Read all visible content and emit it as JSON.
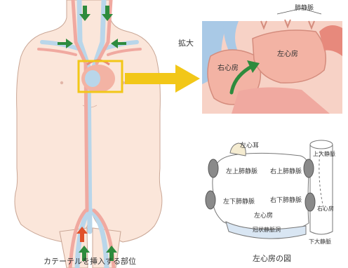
{
  "captions": {
    "body": "カテーテルを挿入する部位",
    "left_atrium": "左心房の図"
  },
  "zoom_label": "拡大",
  "zoom_panel": {
    "pulmonary_vein": "肺静脈",
    "right_atrium": "右心房",
    "left_atrium": "左心房"
  },
  "la_diagram": {
    "left_atrial_appendage": "左心耳",
    "left_superior_pv": "左上肺静脈",
    "right_superior_pv": "右上肺静脈",
    "left_inferior_pv": "左下肺静脈",
    "right_inferior_pv": "右下肺静脈",
    "left_atrium": "左心房",
    "coronary_sinus": "冠状静脈洞",
    "superior_vena_cava": "上大静脈",
    "right_atrium": "右心房",
    "inferior_vena_cava": "下大静脈"
  },
  "colors": {
    "skin": "#fbe6da",
    "skin_outline": "#c9a695",
    "vein": "#b9d6ea",
    "artery": "#f0a9a0",
    "arrow_green": "#2e8b3d",
    "arrow_red": "#e0502a",
    "highlight_box": "#f2c718",
    "heart": "#f3b3a4",
    "heart_light": "#f7d2c6",
    "vessel_blue": "#a9c9e6",
    "vein_cap": "#8a8a8a"
  }
}
